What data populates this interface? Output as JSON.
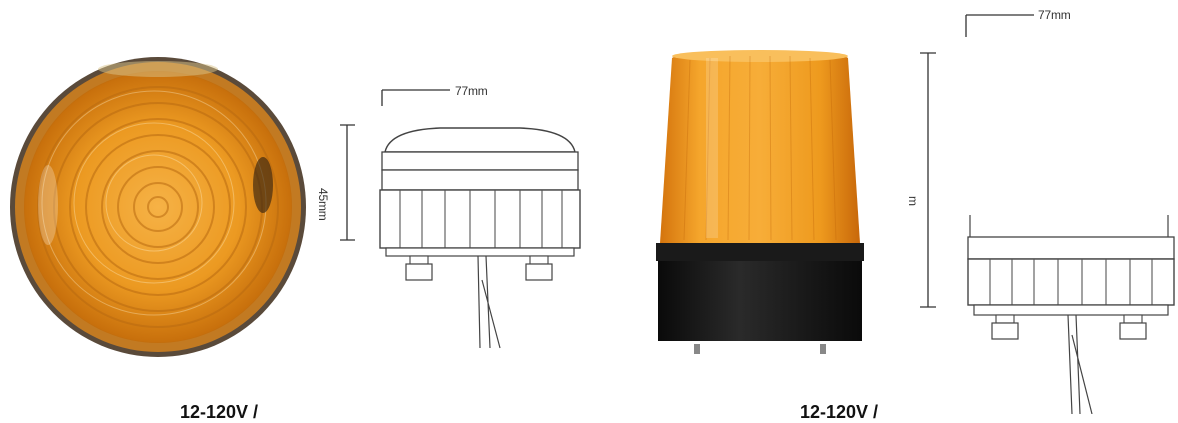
{
  "product_left": {
    "name": "Round amber beacon (top view)",
    "colors": {
      "lens": "#f0a11e",
      "lens_dark": "#c86c08",
      "rim": "#b56a10"
    }
  },
  "drawing_left": {
    "width_label": "77mm",
    "height_label": "45mm"
  },
  "product_right": {
    "name": "Amber rotating beacon (side view)",
    "colors": {
      "dome": "#f3a027",
      "dome_dark": "#d7780f",
      "base": "#141414"
    }
  },
  "drawing_right": {
    "width_label": "77mm",
    "height_label": "m"
  },
  "captions": {
    "left": "12-120V /",
    "right": "12-120V /"
  }
}
